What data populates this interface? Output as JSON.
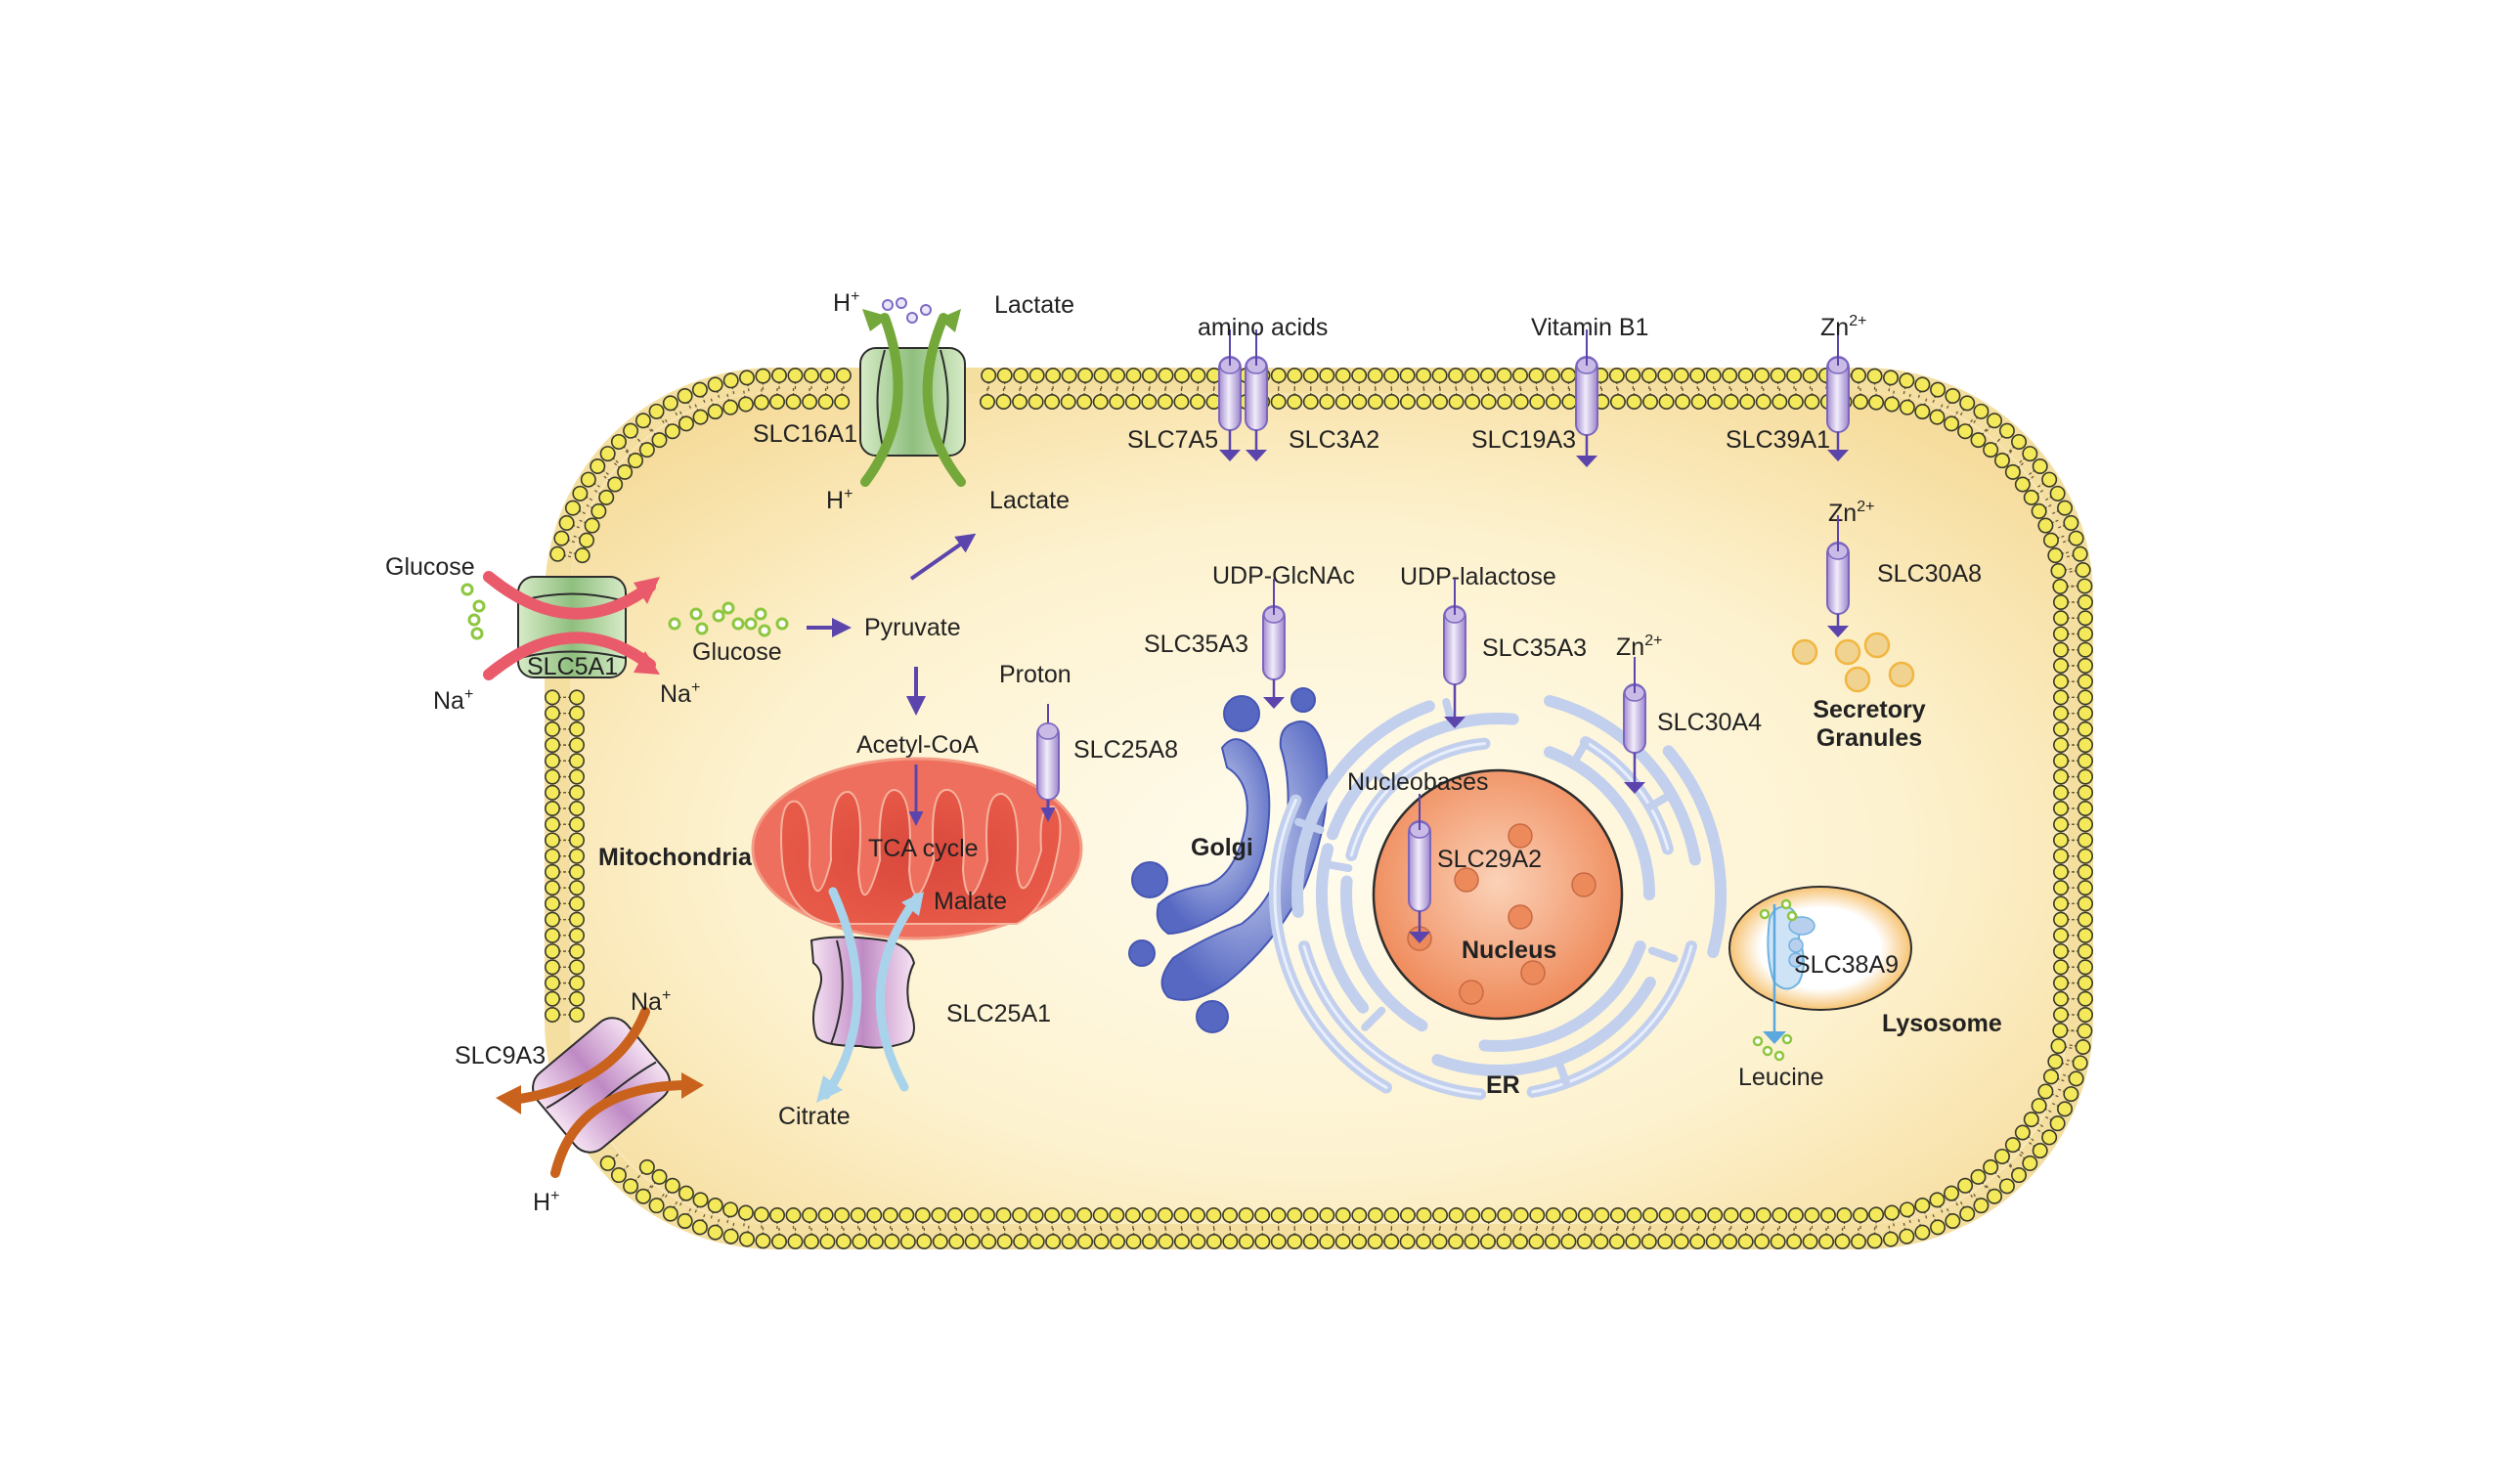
{
  "title": "SLC transporters in cellular compartments",
  "colors": {
    "cytoplasm_center": "#fffbea",
    "cytoplasm_edge": "#f8e3a8",
    "lipid_head": "#f3e95a",
    "transporter_purple": "#b7a3da",
    "arrow_purple": "#5b45ad",
    "golgi_blue": "#5668c2",
    "er_blue": "#c2d0ee",
    "nucleus_orange": "#f08a5d",
    "mito_red": "#ee6f5d",
    "glucose_green": "#8dc63f",
    "slc16a1_green": "#74a83a",
    "slc5a1_pink": "#e95b6b",
    "slc9a3_orange": "#c9621c",
    "slc25a1_blue": "#a9d3ea",
    "granule_yellow": "#f3d27a",
    "lysosome_orange": "#f2a93b"
  },
  "plasma_membrane": {
    "slc16a1": {
      "name": "SLC16A1",
      "out_left": "H",
      "out_left_sup": "+",
      "out_right": "Lactate",
      "in_left": "H",
      "in_left_sup": "+",
      "in_right": "Lactate"
    },
    "slc5a1": {
      "name": "SLC5A1",
      "out_top": "Glucose",
      "out_bottom": "Na",
      "out_bottom_sup": "+",
      "in_top": "Glucose",
      "in_bottom": "Na",
      "in_bottom_sup": "+"
    },
    "slc9a3": {
      "name": "SLC9A3",
      "in_label": "Na",
      "in_sup": "+",
      "out_label": "H",
      "out_sup": "+"
    },
    "slc7a5_slc3a2": {
      "substrate": "amino acids",
      "left_name": "SLC7A5",
      "right_name": "SLC3A2"
    },
    "slc19a3": {
      "substrate": "Vitamin B1",
      "name": "SLC19A3"
    },
    "slc39a1": {
      "substrate": "Zn",
      "substrate_sup": "2+",
      "name": "SLC39A1"
    }
  },
  "cytoplasm": {
    "pyruvate": "Pyruvate",
    "lactate": "Lactate",
    "acetyl_coa": "Acetyl-CoA",
    "proton": "Proton",
    "slc25a8": "SLC25A8"
  },
  "mitochondria": {
    "label": "Mitochondria",
    "tca": "TCA cycle",
    "malate": "Malate",
    "citrate": "Citrate",
    "slc25a1": "SLC25A1"
  },
  "golgi": {
    "label": "Golgi",
    "substrate": "UDP-GlcNAc",
    "transporter": "SLC35A3"
  },
  "er": {
    "label": "ER",
    "substrate": "UDP-lalactose",
    "transporter": "SLC35A3",
    "zn_label": "Zn",
    "zn_sup": "2+",
    "zn_transporter": "SLC30A4"
  },
  "nucleus": {
    "label": "Nucleus",
    "substrate": "Nucleobases",
    "transporter": "SLC29A2"
  },
  "secretory_granules": {
    "zn_label": "Zn",
    "zn_sup": "2+",
    "transporter": "SLC30A8",
    "label_line1": "Secretory",
    "label_line2": "Granules"
  },
  "lysosome": {
    "label": "Lysosome",
    "transporter": "SLC38A9",
    "substrate": "Leucine"
  }
}
